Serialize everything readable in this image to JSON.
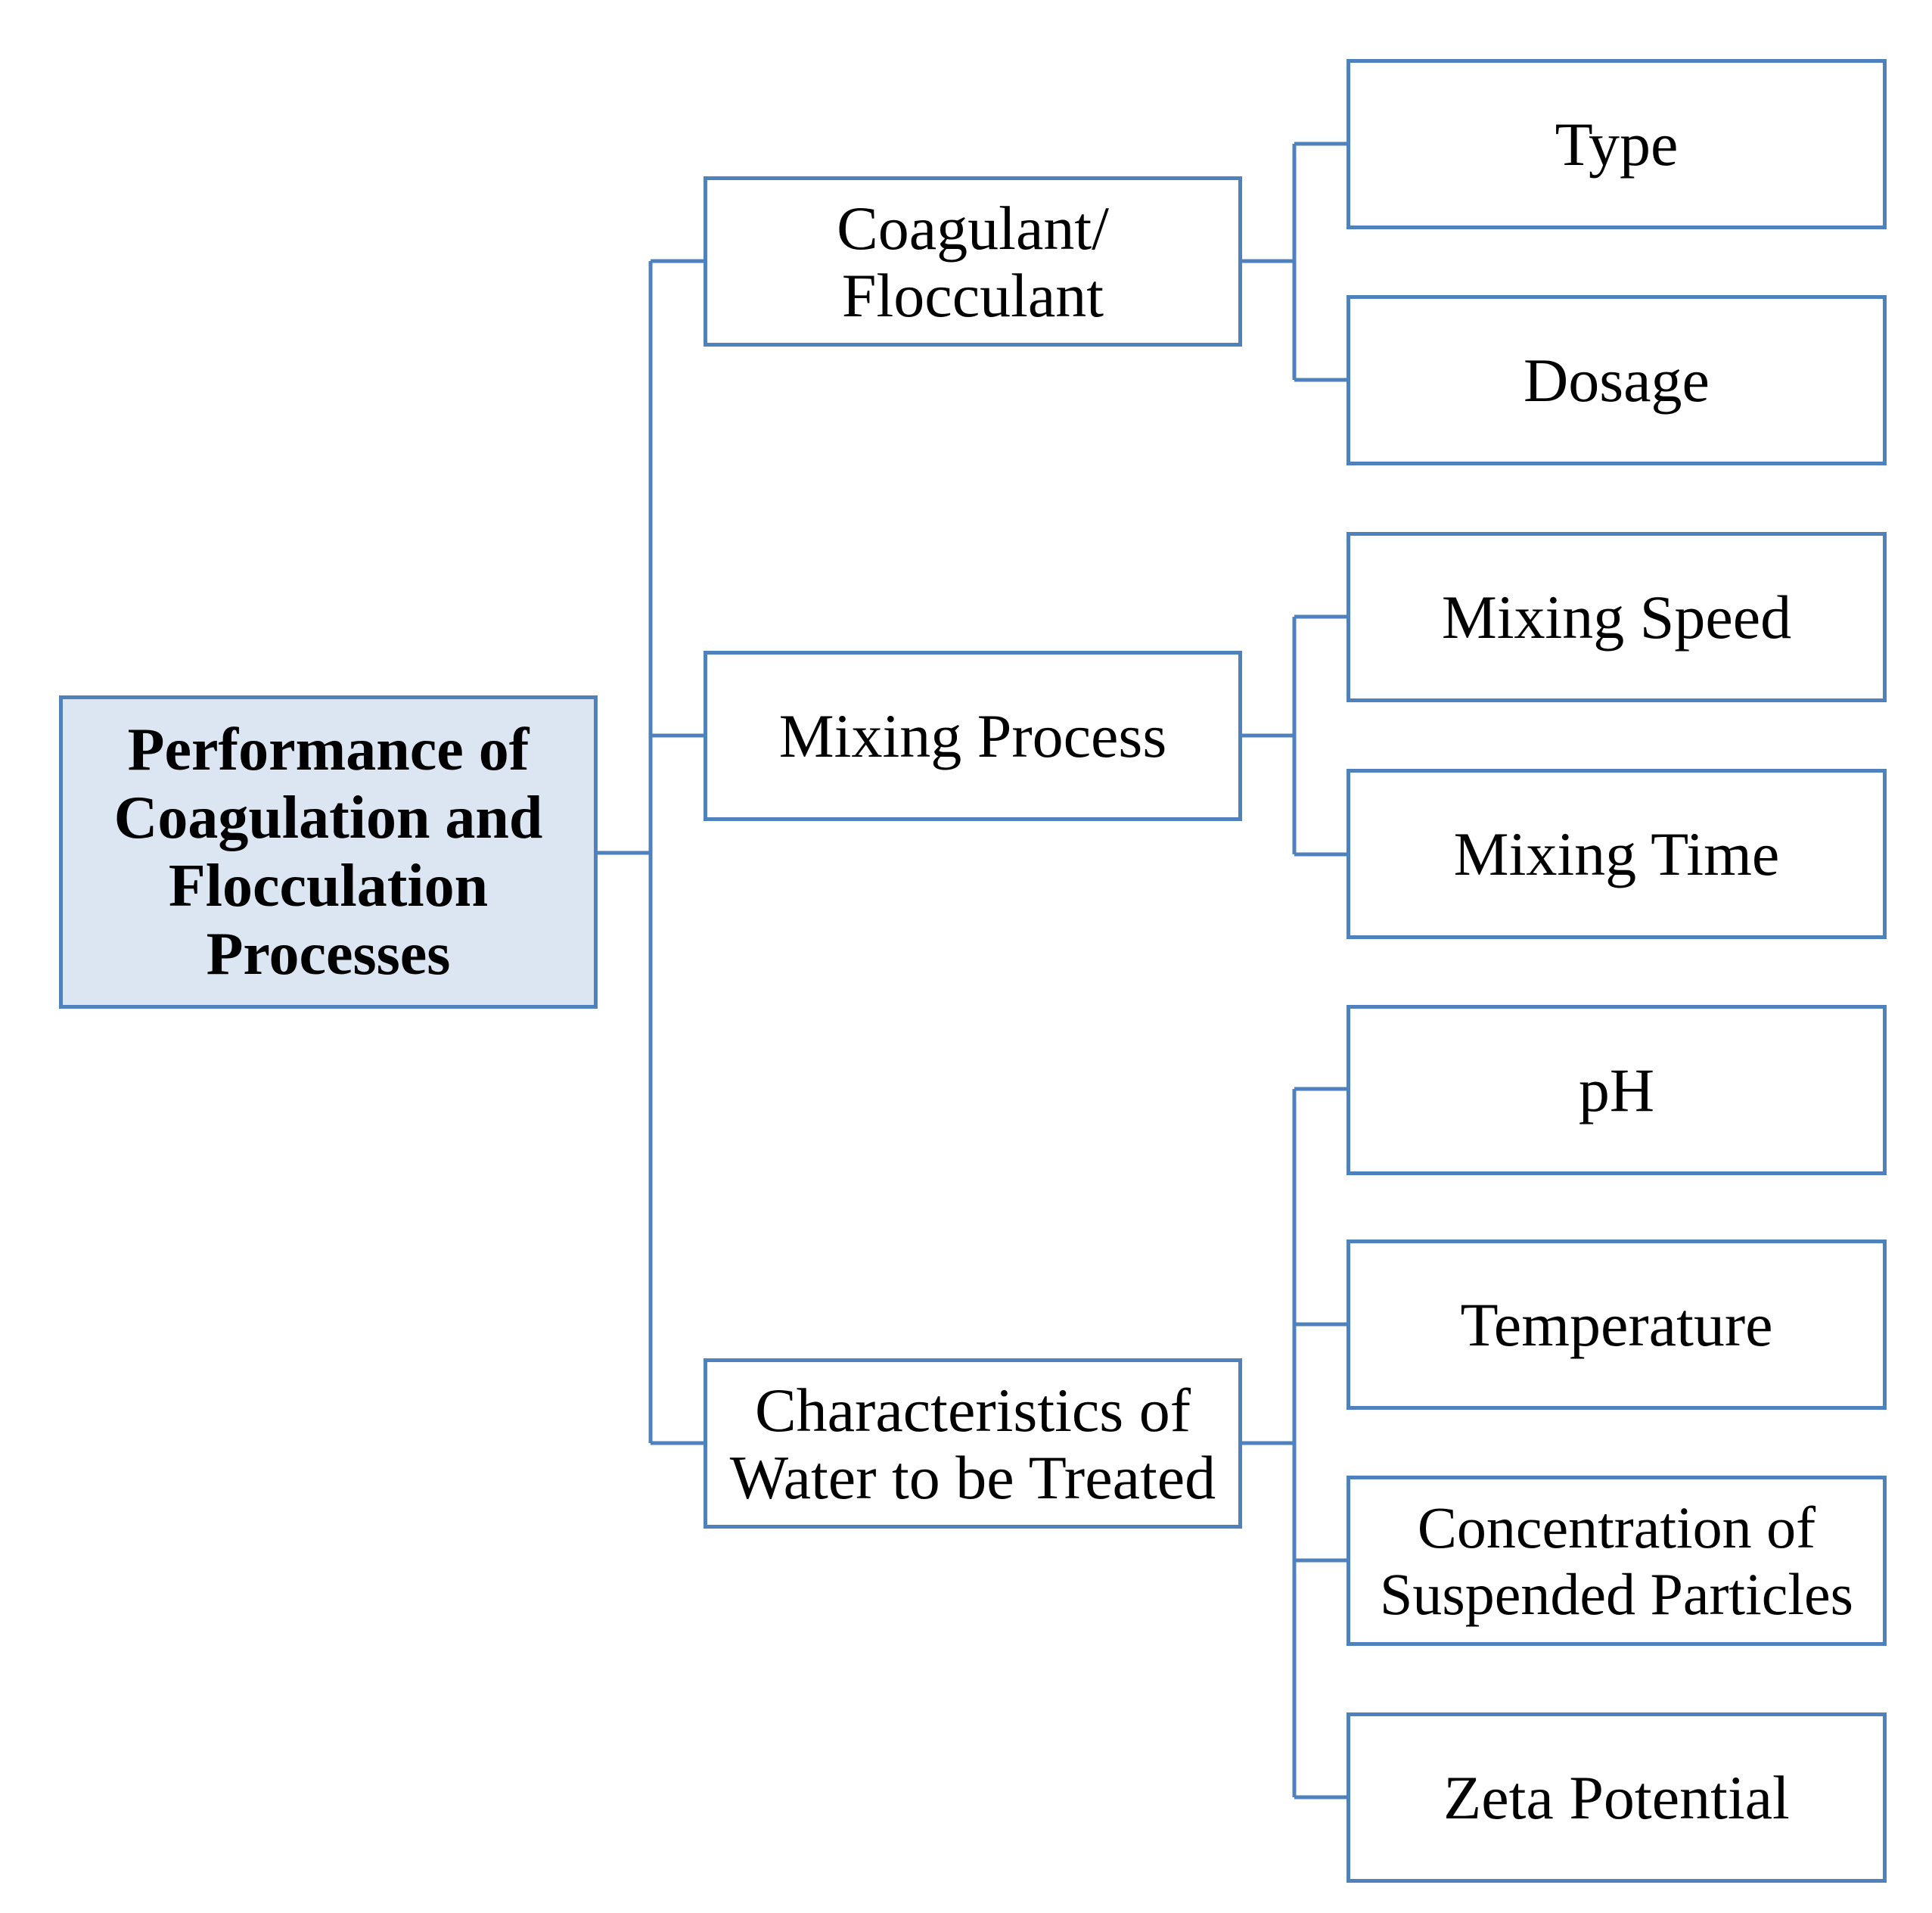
{
  "root": {
    "label": "Performance of\nCoagulation and\nFlocculation\nProcesses"
  },
  "categories": [
    {
      "label": "Coagulant/\nFlocculant",
      "factors": [
        "Type",
        "Dosage"
      ]
    },
    {
      "label": "Mixing Process",
      "factors": [
        "Mixing Speed",
        "Mixing Time"
      ]
    },
    {
      "label": "Characteristics of\nWater to be Treated",
      "factors": [
        "pH",
        "Temperature",
        "Concentration of\nSuspended Particles",
        "Zeta Potential"
      ]
    }
  ],
  "colors": {
    "border": "#4f81bd",
    "root_fill": "#dce6f2"
  }
}
